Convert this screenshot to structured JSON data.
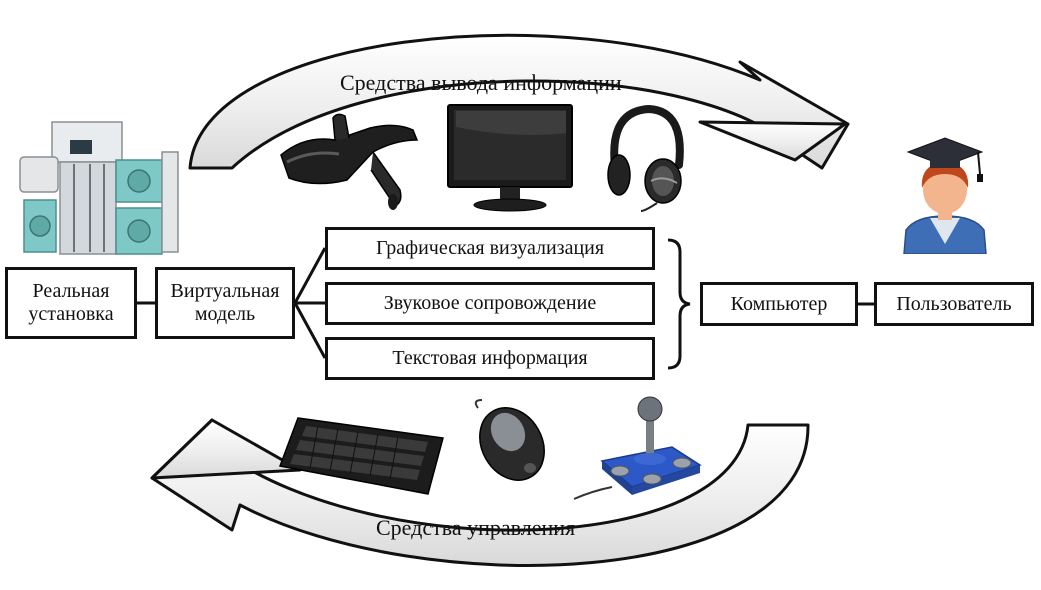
{
  "diagram": {
    "output_title": "Средства вывода информации",
    "control_title": "Средства управления",
    "nodes": {
      "real": {
        "line1": "Реальная",
        "line2": "установка"
      },
      "virtual": {
        "line1": "Виртуальная",
        "line2": "модель"
      },
      "graphic": "Графическая визуализация",
      "sound": "Звуковое сопровождение",
      "text": "Текстовая информация",
      "computer": "Компьютер",
      "user": "Пользователь"
    },
    "images": {
      "output_devices": [
        "vr-glasses-icon",
        "monitor-icon",
        "headphones-icon"
      ],
      "control_devices": [
        "keyboard-icon",
        "mouse-icon",
        "joystick-icon"
      ],
      "equipment": "laboratory-equipment-icon",
      "person": "graduate-user-icon"
    },
    "colors": {
      "stroke": "#111111",
      "arrow_fill": "#f3f3f3",
      "monitor": "#1b1b1b",
      "joystick_base": "#2c58c8",
      "equipment_panel": "#7ec9c7",
      "person_hair": "#c0471c",
      "person_skin": "#f3b58e",
      "gown": "#3e6fb6"
    }
  }
}
